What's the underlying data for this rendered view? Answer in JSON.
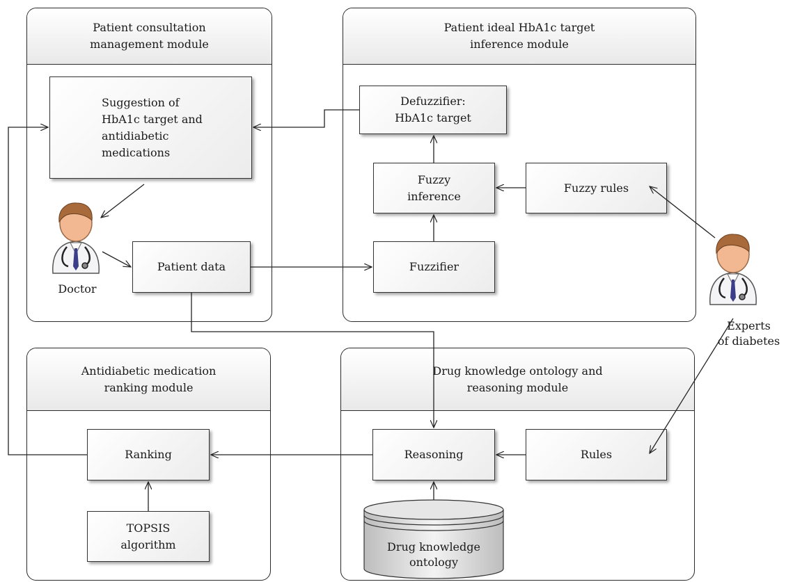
{
  "modules": {
    "consultation": {
      "title": "Patient consultation\nmanagement module"
    },
    "hba1c": {
      "title": "Patient ideal HbA1c target\ninference module"
    },
    "ranking": {
      "title": "Antidiabetic medication\nranking module"
    },
    "ontology": {
      "title": "Drug knowledge ontology and\nreasoning module"
    }
  },
  "boxes": {
    "suggestion": "Suggestion of\nHbA1c target and\nantidiabetic\nmedications",
    "patient_data": "Patient data",
    "defuzzifier": "Defuzzifier:\nHbA1c target",
    "fuzzy_inference": "Fuzzy\ninference",
    "fuzzy_rules": "Fuzzy rules",
    "fuzzifier": "Fuzzifier",
    "ranking": "Ranking",
    "topsis": "TOPSIS\nalgorithm",
    "reasoning": "Reasoning",
    "rules": "Rules",
    "drug_ontology": "Drug knowledge\nontology"
  },
  "actors": {
    "doctor": "Doctor",
    "experts": "Experts\nof diabetes"
  },
  "colors": {
    "skin": "#f2b891",
    "hair": "#a86a3a",
    "coat": "#f4f4f6",
    "tie": "#3b3f8a",
    "stroke": "#2a2a2a"
  },
  "icons": [
    "doctor-icon",
    "expert-icon",
    "database-icon"
  ]
}
